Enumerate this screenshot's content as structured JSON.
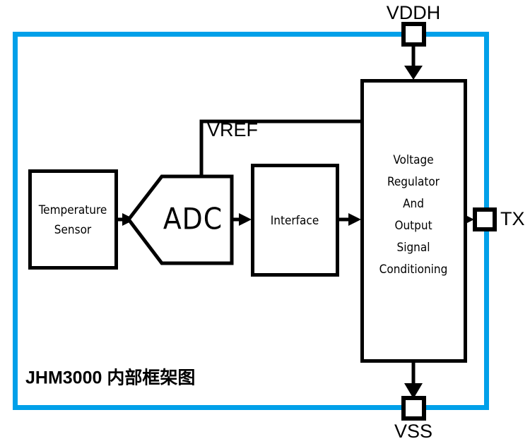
{
  "diagram": {
    "caption": "JHM3000 内部框架图",
    "accent_color": "#00a0e9",
    "line_color": "#000000",
    "background_color": "#ffffff",
    "blocks": [
      {
        "id": "temperature-sensor",
        "label_line1": "Temperature",
        "label_line2": "Sensor",
        "shape": "rect"
      },
      {
        "id": "adc",
        "label": "ADC",
        "shape": "pentagon"
      },
      {
        "id": "interface",
        "label": "Interface",
        "shape": "rect"
      },
      {
        "id": "voltage-regulator",
        "shape": "rect",
        "label_lines": [
          "Voltage",
          "Regulator",
          "And",
          "Output",
          "Signal",
          "Conditioning"
        ]
      }
    ],
    "pads": [
      {
        "id": "vddh",
        "label": "VDDH",
        "position": "top"
      },
      {
        "id": "tx",
        "label": "TX",
        "position": "right"
      },
      {
        "id": "vss",
        "label": "VSS",
        "position": "bottom"
      }
    ],
    "nets": [
      {
        "id": "vref",
        "label": "VREF"
      }
    ]
  }
}
